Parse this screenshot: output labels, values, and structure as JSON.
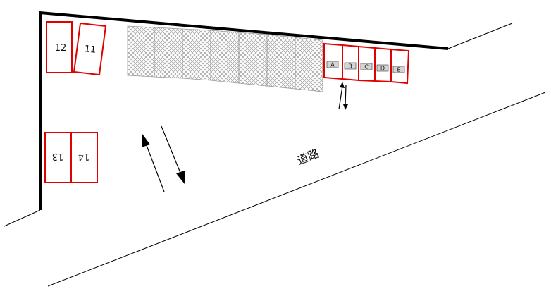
{
  "road_label": "道路",
  "stalls": [
    {
      "id": "12",
      "label": "12"
    },
    {
      "id": "11",
      "label": "11"
    },
    {
      "id": "13",
      "label": "13"
    },
    {
      "id": "14",
      "label": "14"
    }
  ],
  "bike_slots": [
    {
      "label": "A"
    },
    {
      "label": "B"
    },
    {
      "label": "C"
    },
    {
      "label": "D"
    },
    {
      "label": "E"
    }
  ],
  "colors": {
    "stall_outline": "#e00000",
    "boundary": "#000000",
    "hatch": "#9a9a9a",
    "tag_fill": "#d4d4d4"
  },
  "icons": {
    "traffic_arrows": "two-way-arrow-icon",
    "bike_arrows": "two-way-arrow-icon"
  }
}
